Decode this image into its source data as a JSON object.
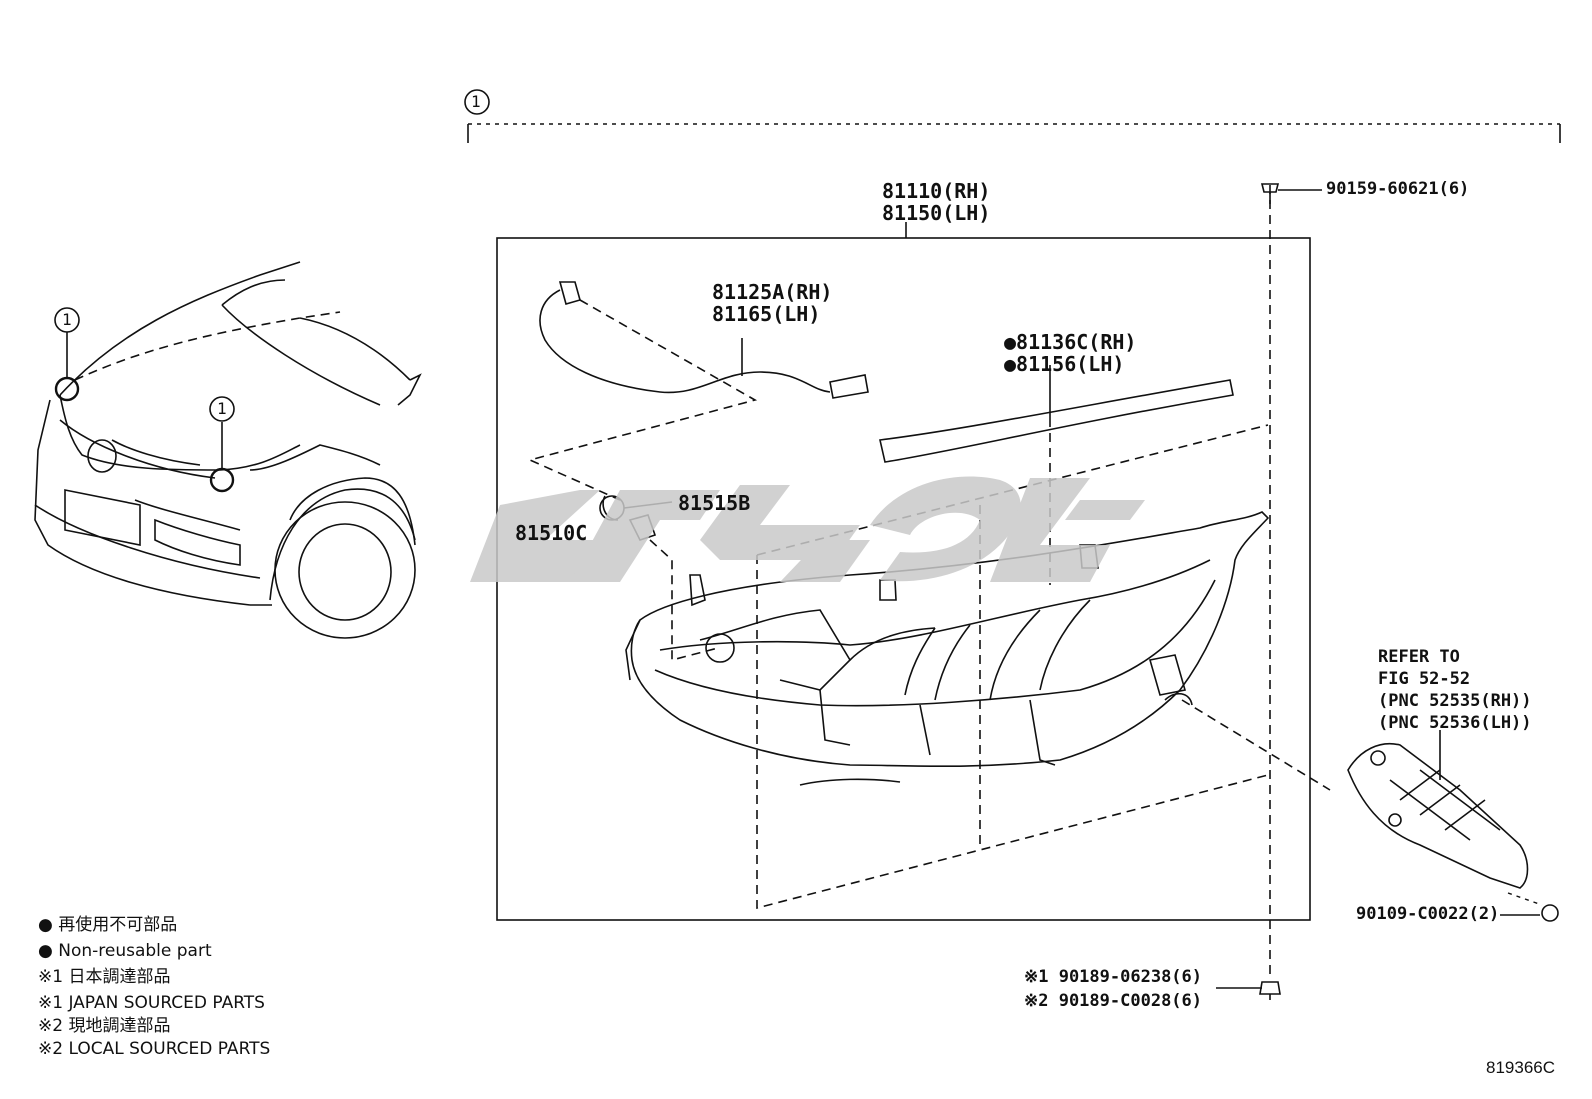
{
  "callout": "1",
  "labels": {
    "assy_rh": "81110(RH)",
    "assy_lh": "81150(LH)",
    "wire_rh": "81125A(RH)",
    "wire_lh": "81165(LH)",
    "cover_rh": "●81136C(RH)",
    "cover_lh": "●81156(LH)",
    "socket": "81515B",
    "bulb": "81510C",
    "screw_top": "90159-60621(6)",
    "refer_1": "REFER TO",
    "refer_2": "FIG 52-52",
    "refer_3": "(PNC 52535(RH))",
    "refer_4": "(PNC 52536(LH))",
    "bolt_right": "90109-C0022(2)",
    "nut_1": "※1 90189-06238(6)",
    "nut_2": "※2 90189-C0028(6)"
  },
  "legend": [
    "● 再使用不可部品",
    "● Non-reusable part",
    "※1 日本調達部品",
    "※1 JAPAN SOURCED PARTS",
    "※2 現地調達部品",
    "※2 LOCAL SOURCED PARTS"
  ],
  "figure_id": "819366C",
  "colors": {
    "ink": "#111111",
    "watermark": "#c9c9c9"
  }
}
